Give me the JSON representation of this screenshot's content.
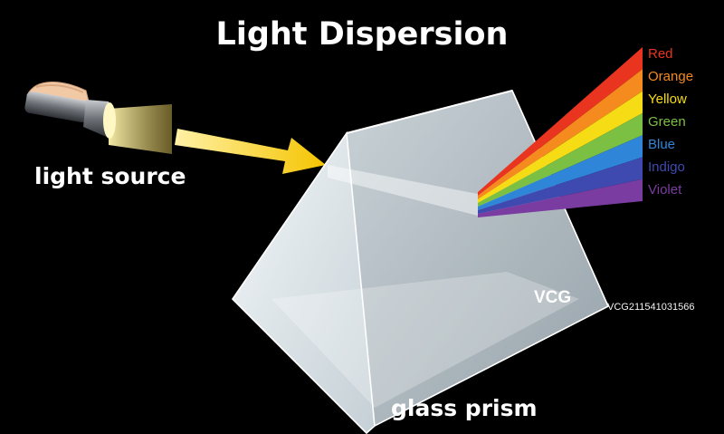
{
  "diagram": {
    "title": "Light Dispersion",
    "source_label": "light source",
    "prism_label": "glass prism",
    "spectrum": [
      {
        "name": "Red",
        "color": "#e9341f"
      },
      {
        "name": "Orange",
        "color": "#f58a1f"
      },
      {
        "name": "Yellow",
        "color": "#f6dc14"
      },
      {
        "name": "Green",
        "color": "#7cc043"
      },
      {
        "name": "Blue",
        "color": "#2f86d8"
      },
      {
        "name": "Indigo",
        "color": "#3f4ab1"
      },
      {
        "name": "Violet",
        "color": "#7b3ca1"
      }
    ],
    "colors": {
      "background": "#000000",
      "text": "#ffffff",
      "beam": "#f6e27a",
      "arrow": "#f5c400",
      "prism": "#e6ecef"
    },
    "icons": {
      "hand": "hand-icon",
      "flashlight": "flashlight-icon",
      "arrow": "arrow-right-icon"
    }
  },
  "watermark": {
    "logo": "VCG",
    "id_text": "VCG211541031566"
  }
}
